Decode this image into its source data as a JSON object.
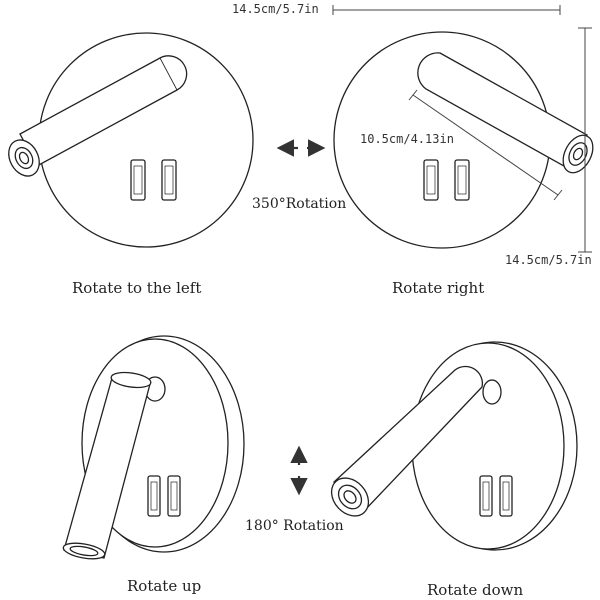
{
  "dimensions": {
    "top_width": "14.5cm/5.7in",
    "arm_length": "10.5cm/4.13in",
    "right_height": "14.5cm/5.7in"
  },
  "rotations": {
    "horizontal": "350°Rotation",
    "vertical": "180° Rotation"
  },
  "captions": {
    "top_left": "Rotate to the left",
    "top_right": "Rotate right",
    "bottom_left": "Rotate up",
    "bottom_right": "Rotate down"
  },
  "colors": {
    "line": "#222222",
    "fill": "#ffffff",
    "arrow": "#333333"
  }
}
